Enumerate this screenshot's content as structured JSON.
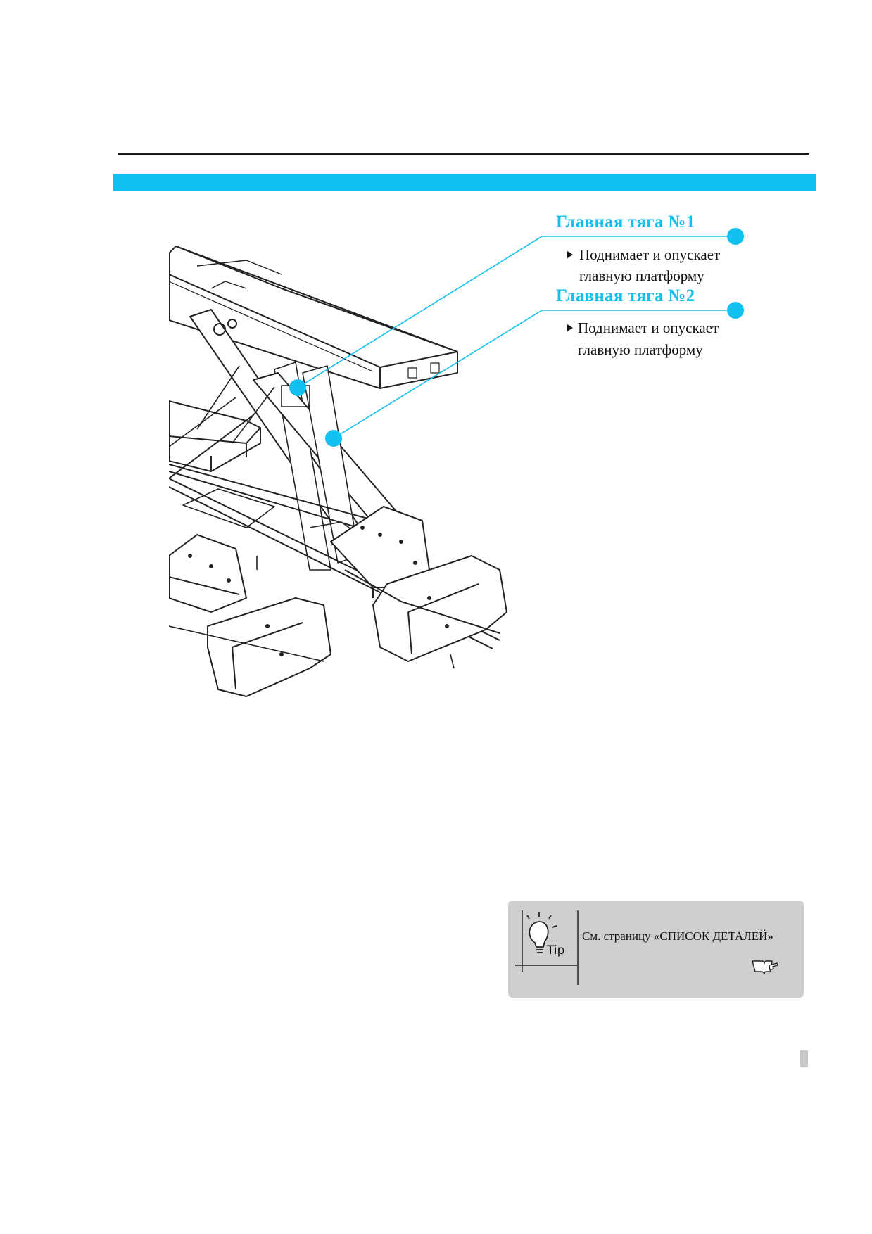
{
  "colors": {
    "accent": "#12c1f0",
    "line": "#1a1a1a",
    "tip_background": "#cfcfcf"
  },
  "callouts": [
    {
      "title": "Главная тяга №1",
      "bullet_line_1": "Поднимает и опускает",
      "bullet_line_2": "главную платформу"
    },
    {
      "title": "Главная тяга №2",
      "bullet_line_1": "Поднимает и опускает",
      "bullet_line_2": "главную платформу"
    }
  ],
  "tip": {
    "icon": "lightbulb-icon",
    "label": "Tip",
    "text": "См. страницу «СПИСОК ДЕТАЛЕЙ»",
    "book_icon": "book-pointer-icon"
  }
}
